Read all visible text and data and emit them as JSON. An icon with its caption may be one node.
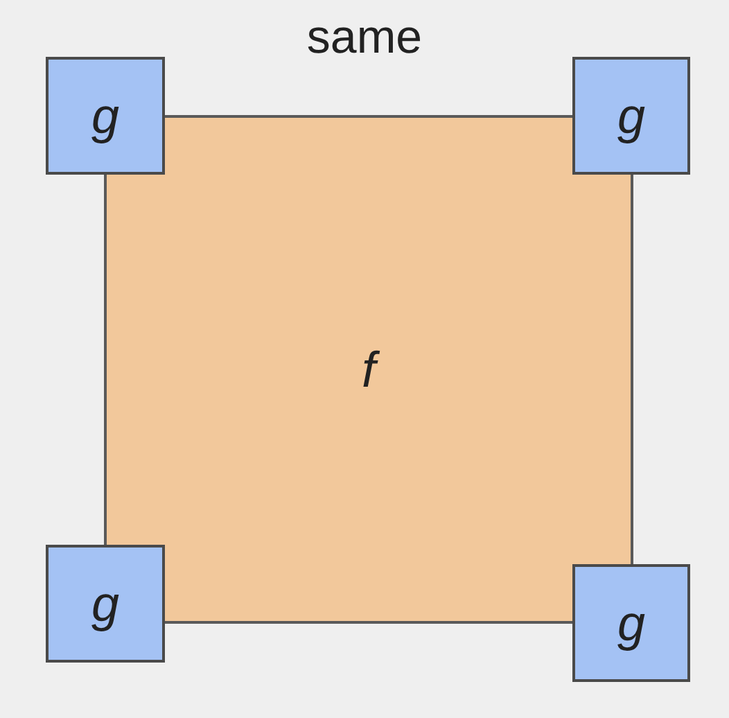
{
  "diagram": {
    "title": "same",
    "nodes": [
      {
        "text": [
          "f"
        ]
      },
      {
        "text": [
          "g"
        ]
      },
      {
        "text": [
          "g"
        ]
      },
      {
        "text": [
          "g"
        ]
      },
      {
        "text": [
          "g"
        ]
      }
    ]
  }
}
